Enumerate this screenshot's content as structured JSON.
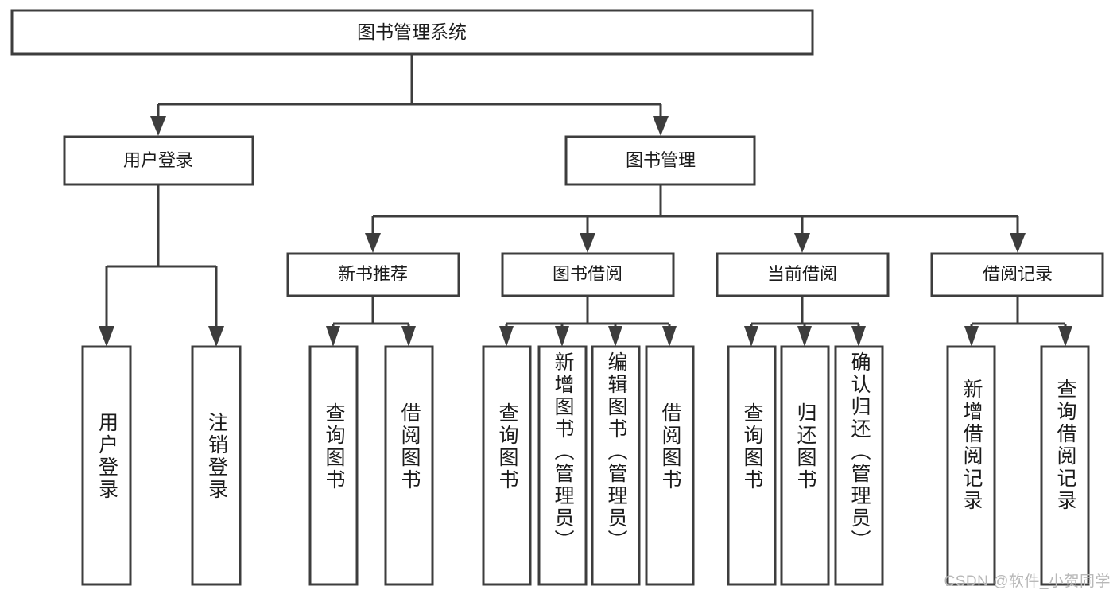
{
  "diagram": {
    "type": "tree-hierarchy",
    "title": "图书管理系统",
    "root": {
      "label": "图书管理系统",
      "id": "root"
    },
    "level2": [
      {
        "id": "user-login",
        "label": "用户登录"
      },
      {
        "id": "book-manage",
        "label": "图书管理"
      }
    ],
    "level3": [
      {
        "id": "new-book-recommend",
        "label": "新书推荐",
        "parent": "book-manage"
      },
      {
        "id": "book-borrow",
        "label": "图书借阅",
        "parent": "book-manage"
      },
      {
        "id": "current-borrow",
        "label": "当前借阅",
        "parent": "book-manage"
      },
      {
        "id": "borrow-record",
        "label": "借阅记录",
        "parent": "book-manage"
      }
    ],
    "leaves": [
      {
        "id": "leaf-user-login",
        "label": "用户登录",
        "parent": "user-login"
      },
      {
        "id": "leaf-user-logout",
        "label": "注销登录",
        "parent": "user-login"
      },
      {
        "id": "leaf-query-book-1",
        "label": "查询图书",
        "parent": "new-book-recommend"
      },
      {
        "id": "leaf-borrow-book-1",
        "label": "借阅图书",
        "parent": "new-book-recommend"
      },
      {
        "id": "leaf-query-book-2",
        "label": "查询图书",
        "parent": "book-borrow"
      },
      {
        "id": "leaf-add-book",
        "label": "新增图书（管理员）",
        "parent": "book-borrow"
      },
      {
        "id": "leaf-edit-book",
        "label": "编辑图书（管理员）",
        "parent": "book-borrow"
      },
      {
        "id": "leaf-borrow-book-2",
        "label": "借阅图书",
        "parent": "book-borrow"
      },
      {
        "id": "leaf-query-book-3",
        "label": "查询图书",
        "parent": "current-borrow"
      },
      {
        "id": "leaf-return-book",
        "label": "归还图书",
        "parent": "current-borrow"
      },
      {
        "id": "leaf-confirm-return",
        "label": "确认归还（管理员）",
        "parent": "current-borrow"
      },
      {
        "id": "leaf-add-record",
        "label": "新增借阅记录",
        "parent": "borrow-record"
      },
      {
        "id": "leaf-query-record",
        "label": "查询借阅记录",
        "parent": "borrow-record"
      }
    ],
    "colors": {
      "stroke": "#3d3d3d",
      "fill": "#ffffff",
      "text": "#1b1b1b",
      "watermark": "#b8b8b8"
    }
  },
  "watermark": {
    "text": "CSDN @软件_小贺同学"
  }
}
